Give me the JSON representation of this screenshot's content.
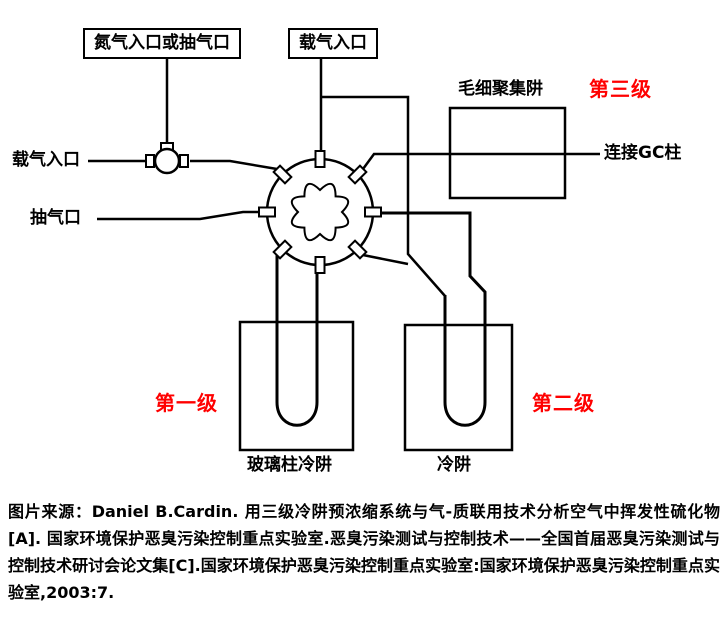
{
  "figure": {
    "labels": {
      "nitrogen_inlet": "氮气入口或抽气口",
      "carrier_gas_top": "载气入口",
      "carrier_gas_left": "载气入口",
      "pump_port": "抽气口",
      "capillary_trap": "毛细聚集阱",
      "stage3": "第三级",
      "gc_column": "连接GC柱",
      "stage1": "第一级",
      "stage2": "第二级",
      "glass_column_trap": "玻璃柱冷阱",
      "cold_trap": "冷阱"
    },
    "colors": {
      "stage_label_red": "#ff0000",
      "line_black": "#000000",
      "background": "#ffffff"
    }
  },
  "caption": {
    "text": "图片来源：Daniel B.Cardin. 用三级冷阱预浓缩系统与气-质联用技术分析空气中挥发性硫化物[A]. 国家环境保护恶臭污染控制重点实验室.恶臭污染测试与控制技术——全国首届恶臭污染测试与控制技术研讨会论文集[C].国家环境保护恶臭污染控制重点实验室:国家环境保护恶臭污染控制重点实验室,2003:7."
  }
}
